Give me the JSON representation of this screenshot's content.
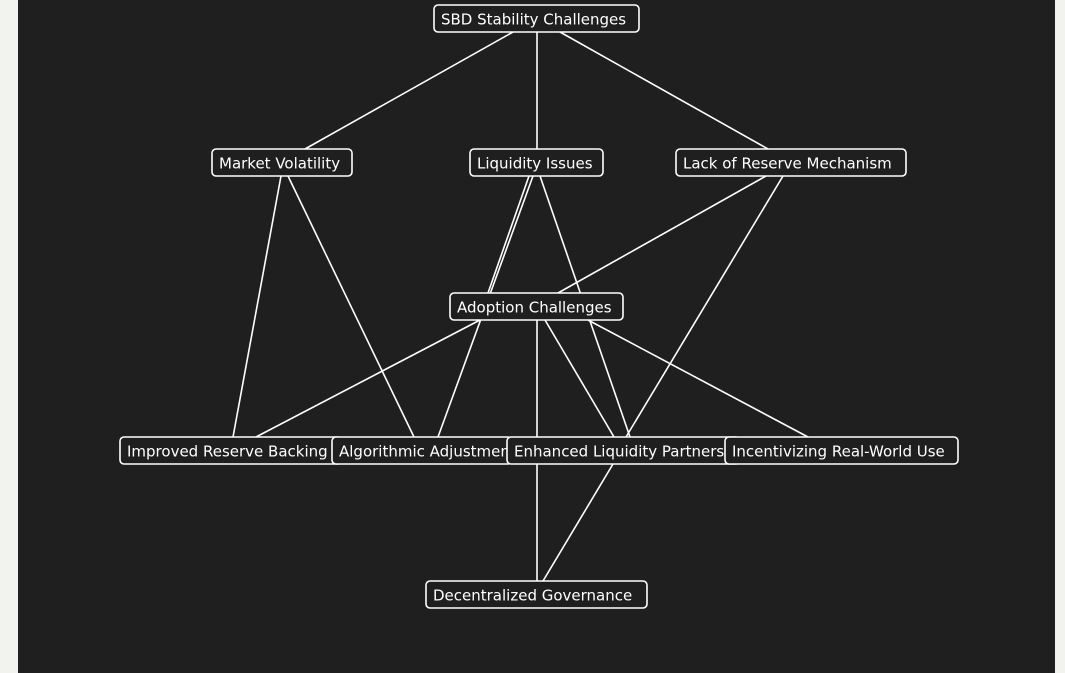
{
  "colors": {
    "page_background": "#f2f2ee",
    "canvas_background": "#1f1f1f",
    "node_fill": "#1f1f1f",
    "line": "#ffffff",
    "text": "#ffffff"
  },
  "diagram": {
    "nodes": [
      {
        "id": "sbd",
        "label": "SBD Stability Challenges"
      },
      {
        "id": "volatility",
        "label": "Market Volatility"
      },
      {
        "id": "liquidity",
        "label": "Liquidity Issues"
      },
      {
        "id": "reserve_mech",
        "label": "Lack of Reserve Mechanism"
      },
      {
        "id": "adoption",
        "label": "Adoption Challenges"
      },
      {
        "id": "reserve_backing",
        "label": "Improved Reserve Backing"
      },
      {
        "id": "algorithmic",
        "label": "Algorithmic Adjustments"
      },
      {
        "id": "partnerships",
        "label": "Enhanced Liquidity Partnerships"
      },
      {
        "id": "realworld",
        "label": "Incentivizing Real-World Use"
      },
      {
        "id": "governance",
        "label": "Decentralized Governance"
      }
    ],
    "edges": [
      {
        "from": "sbd",
        "to": "volatility"
      },
      {
        "from": "sbd",
        "to": "liquidity"
      },
      {
        "from": "sbd",
        "to": "reserve_mech"
      },
      {
        "from": "volatility",
        "to": "reserve_backing"
      },
      {
        "from": "volatility",
        "to": "algorithmic"
      },
      {
        "from": "liquidity",
        "to": "adoption"
      },
      {
        "from": "liquidity",
        "to": "algorithmic"
      },
      {
        "from": "liquidity",
        "to": "partnerships"
      },
      {
        "from": "reserve_mech",
        "to": "adoption"
      },
      {
        "from": "reserve_mech",
        "to": "partnerships"
      },
      {
        "from": "adoption",
        "to": "reserve_backing"
      },
      {
        "from": "adoption",
        "to": "partnerships"
      },
      {
        "from": "adoption",
        "to": "realworld"
      },
      {
        "from": "adoption",
        "to": "governance"
      },
      {
        "from": "partnerships",
        "to": "governance"
      }
    ]
  }
}
